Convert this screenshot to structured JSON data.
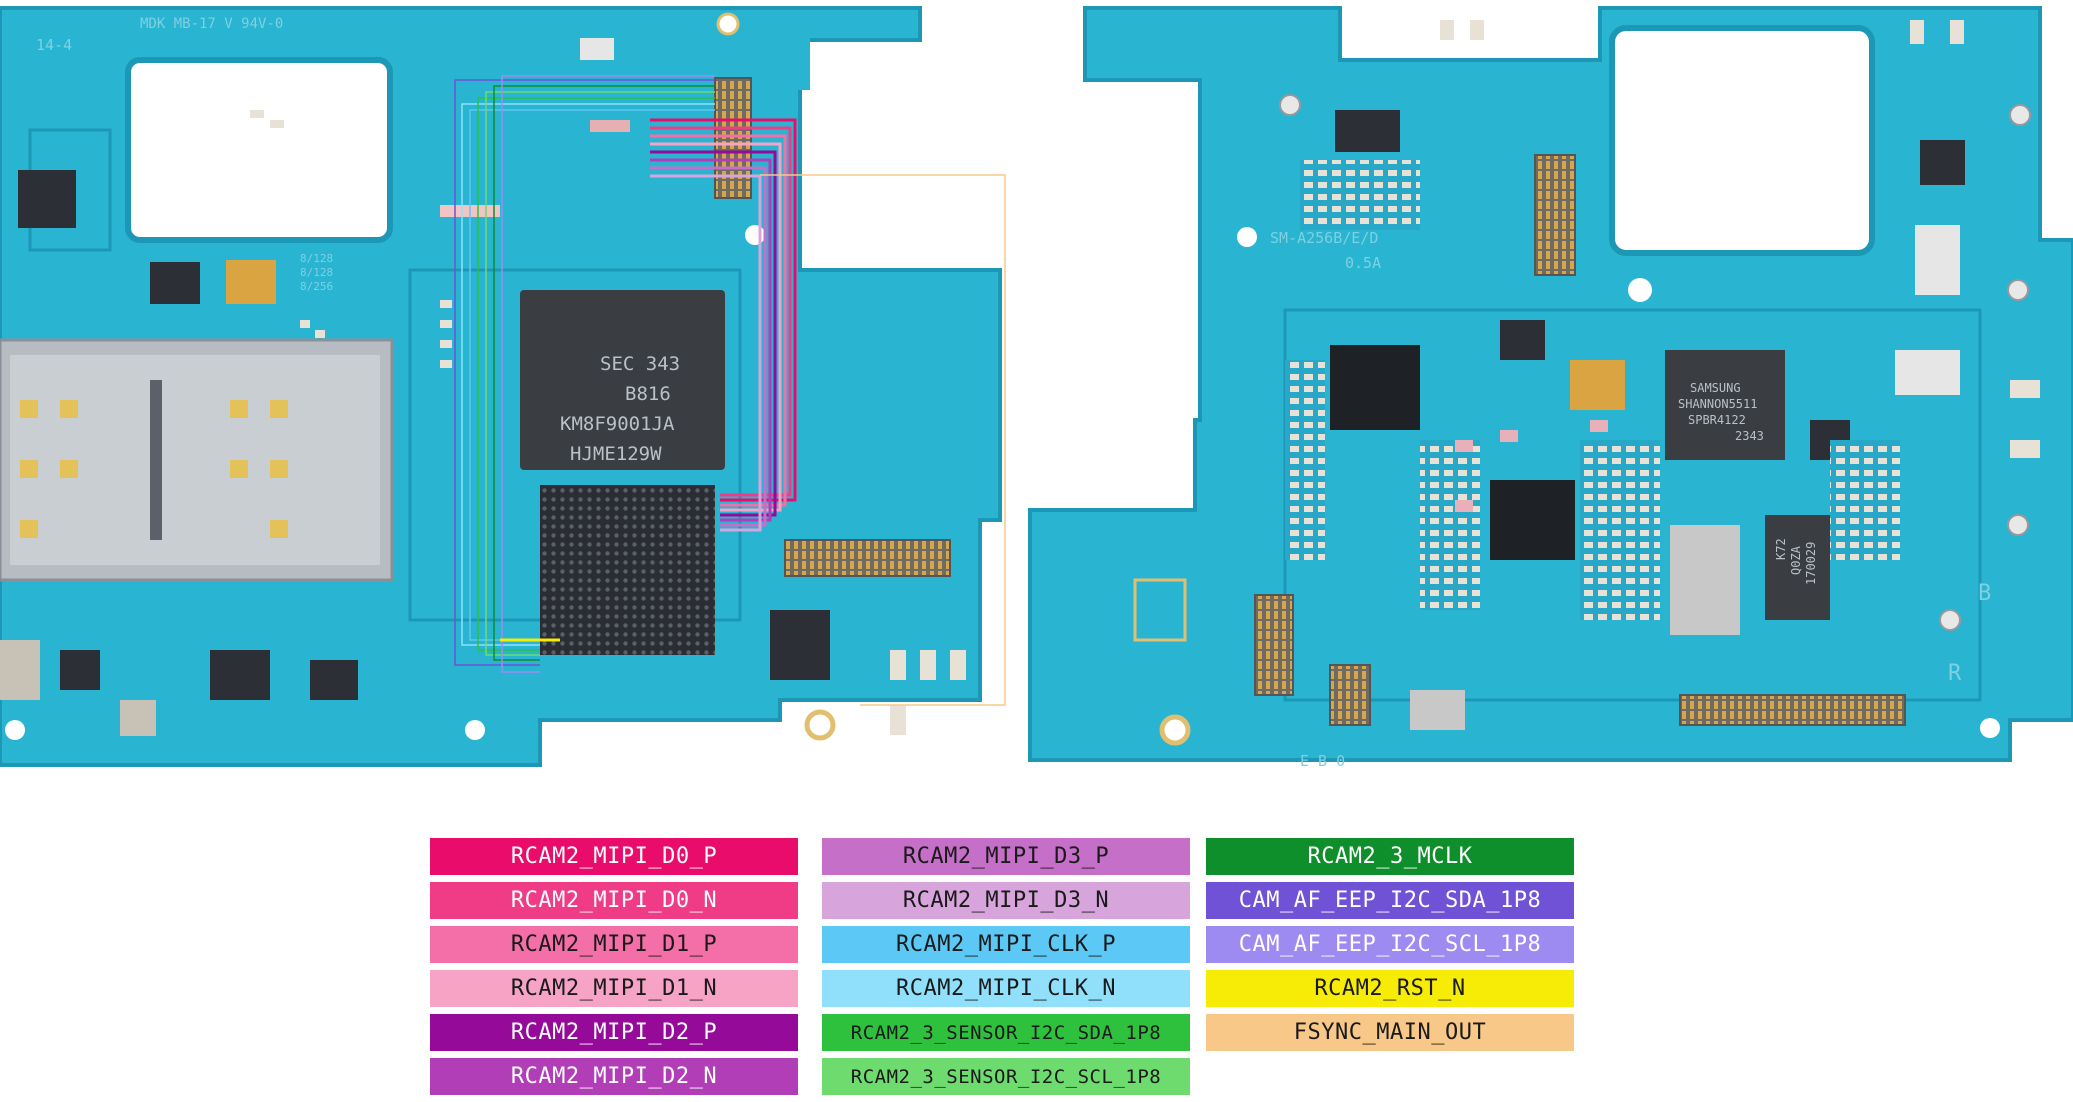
{
  "board": {
    "left_silk": [
      "MDK MB-17 V 94V-0",
      "14-4",
      "8/128",
      "8/128",
      "8/256"
    ],
    "left_chips": [
      "SEC 343",
      "B816",
      "KM8F9001JA",
      "HJME129W"
    ],
    "right_silk": [
      "SM-A256B/E/D",
      "0.5A",
      "E B 0"
    ],
    "right_chips": [
      "SAMSUNG",
      "SHANNON5511",
      "SPBR4122",
      "2343",
      "K72",
      "Q0ZA",
      "170029"
    ],
    "edge_letters": [
      "B",
      "R"
    ]
  },
  "legend": {
    "items": [
      {
        "label": "RCAM2_MIPI_D0_P",
        "color": "#ea0c6a"
      },
      {
        "label": "RCAM2_MIPI_D0_N",
        "color": "#f03c86"
      },
      {
        "label": "RCAM2_MIPI_D1_P",
        "color": "#f46ea7"
      },
      {
        "label": "RCAM2_MIPI_D1_N",
        "color": "#f6a3c6"
      },
      {
        "label": "RCAM2_MIPI_D2_P",
        "color": "#950a99"
      },
      {
        "label": "RCAM2_MIPI_D2_N",
        "color": "#b13eb6"
      },
      {
        "label": "RCAM2_MIPI_D3_P",
        "color": "#c56fc8"
      },
      {
        "label": "RCAM2_MIPI_D3_N",
        "color": "#d8a4dc"
      },
      {
        "label": "RCAM2_MIPI_CLK_P",
        "color": "#5cc8f5"
      },
      {
        "label": "RCAM2_MIPI_CLK_N",
        "color": "#90e0fb"
      },
      {
        "label": "RCAM2_3_SENSOR_I2C_SDA_1P8",
        "color": "#2ec13e"
      },
      {
        "label": "RCAM2_3_SENSOR_I2C_SCL_1P8",
        "color": "#6edb6e"
      },
      {
        "label": "RCAM2_3_MCLK",
        "color": "#0f8e2c"
      },
      {
        "label": "CAM_AF_EEP_I2C_SDA_1P8",
        "color": "#6f52d6"
      },
      {
        "label": "CAM_AF_EEP_I2C_SCL_1P8",
        "color": "#9d8bf1"
      },
      {
        "label": "RCAM2_RST_N",
        "color": "#f7ec05"
      },
      {
        "label": "FSYNC_MAIN_OUT",
        "color": "#f8c888"
      }
    ]
  }
}
